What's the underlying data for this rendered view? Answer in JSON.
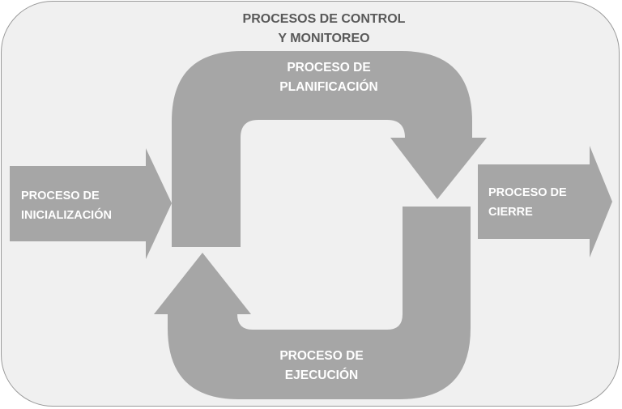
{
  "colors": {
    "background": "#ffffff",
    "frame_fill": "#f0f0f0",
    "frame_border": "#9a9a9a",
    "arrow_fill": "#a6a6a6",
    "title_text": "#595959",
    "arrow_text": "#ffffff"
  },
  "diagram": {
    "title": "PROCESOS DE CONTROL\nY MONITOREO",
    "planning": "PROCESO DE\nPLANIFICACIÓN",
    "execution": "PROCESO DE\nEJECUCIÓN",
    "initiation": "PROCESO DE\nINICIALIZACIÓN",
    "closing": "PROCESO DE\nCIERRE"
  }
}
